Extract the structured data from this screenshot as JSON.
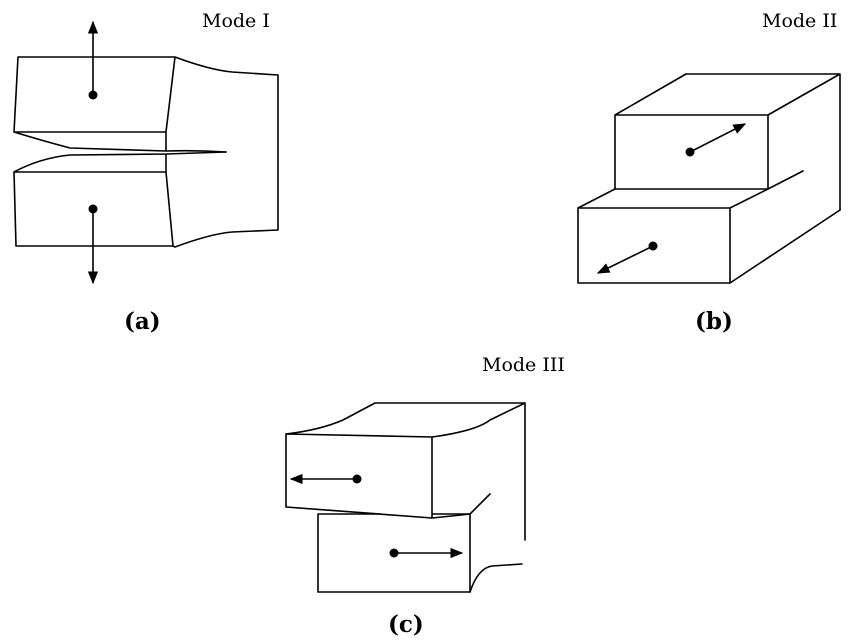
{
  "panels": [
    {
      "mode_label": "Mode I",
      "panel_label": "(a)"
    },
    {
      "mode_label": "Mode II",
      "panel_label": "(b)"
    },
    {
      "mode_label": "Mode III",
      "panel_label": "(c)"
    }
  ]
}
